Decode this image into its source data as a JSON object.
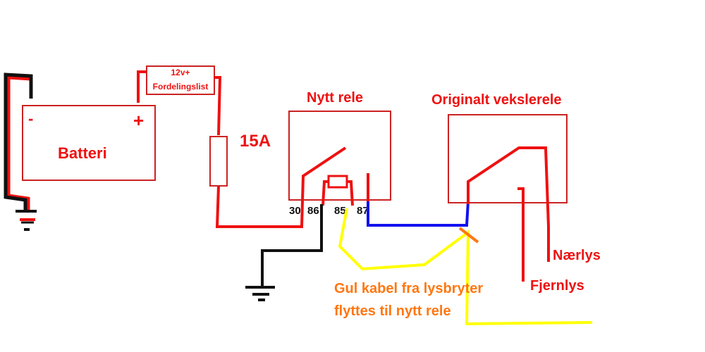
{
  "labels": {
    "battery": "Batteri",
    "minus": "-",
    "plus": "+",
    "distribution_line1": "12v+",
    "distribution_line2": "Fordelingslist",
    "fuse": "15A",
    "new_relay": "Nytt rele",
    "original_relay": "Originalt vekslerele",
    "pin_30": "30",
    "pin_86": "86",
    "pin_85": "85",
    "pin_87": "87",
    "low_beam": "Nærlys",
    "high_beam": "Fjernlys",
    "note_line1": "Gul kabel fra lysbryter",
    "note_line2": "flyttes til nytt rele"
  },
  "colors": {
    "red": "#ee1111",
    "black": "#111111",
    "blue": "#1111ee",
    "yellow": "#ffff00",
    "orange": "#ff7711",
    "box": "#cc2222"
  }
}
